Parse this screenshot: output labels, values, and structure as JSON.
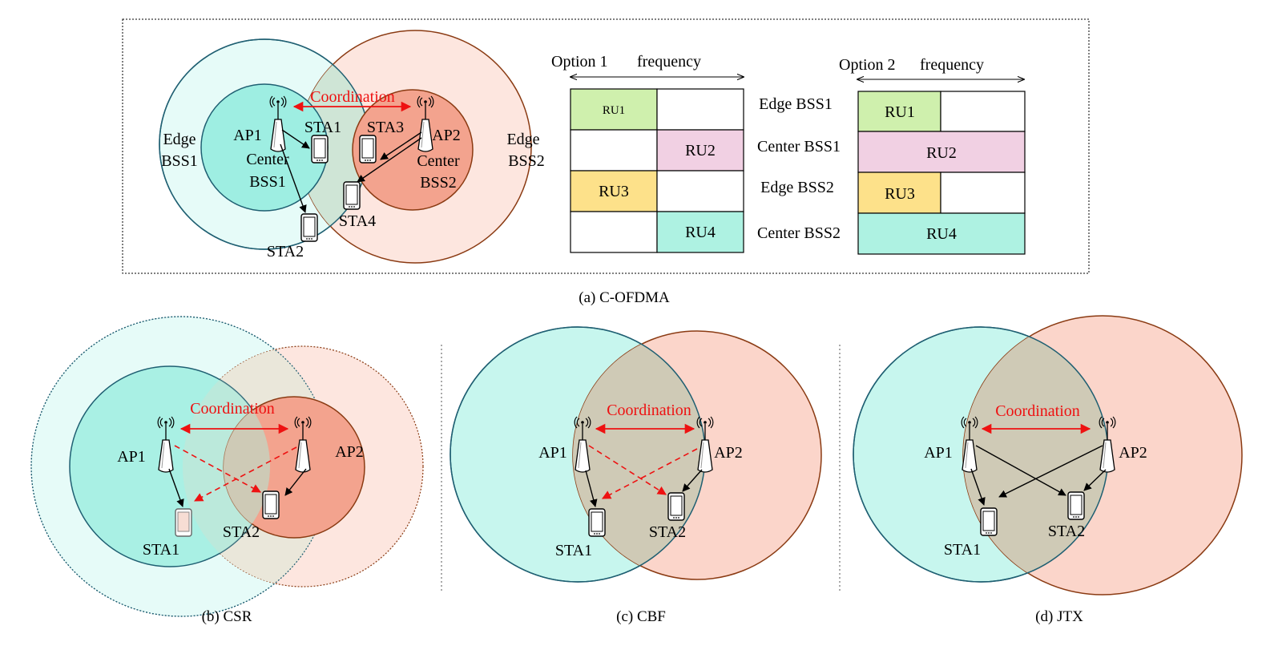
{
  "colors": {
    "teal_fill": "#bdf5ec",
    "teal_light": "#e6fbf8",
    "teal_stroke": "#1f5f72",
    "salmon_fill": "#f9c3b3",
    "salmon_light": "#fde6df",
    "salmon_stroke": "#8a3a12",
    "center_teal": "#9eeee2",
    "center_salmon": "#f3a38e",
    "overlap": "#cfcab6",
    "coordination_red": "#ee1111",
    "ru_green": "#cff0ad",
    "ru_pink": "#f1d0e3",
    "ru_yellow": "#fde18a",
    "ru_teal": "#aef2e2"
  },
  "panel_a": {
    "caption": "(a) C-OFDMA",
    "coordination": "Coordination",
    "ap1": "AP1",
    "ap2": "AP2",
    "sta1": "STA1",
    "sta2": "STA2",
    "sta3": "STA3",
    "sta4": "STA4",
    "edge_bss1": [
      "Edge",
      "BSS1"
    ],
    "edge_bss2": [
      "Edge",
      "BSS2"
    ],
    "center_bss1": [
      "Center",
      "BSS1"
    ],
    "center_bss2": [
      "Center",
      "BSS2"
    ],
    "option1": {
      "title": "Option 1",
      "axis": "frequency"
    },
    "option2": {
      "title": "Option 2",
      "axis": "frequency"
    },
    "row_labels": [
      "Edge BSS1",
      "Center BSS1",
      "Edge BSS2",
      "Center BSS2"
    ],
    "option1_cells": [
      "RU1",
      "RU2",
      "RU3",
      "RU4"
    ],
    "option2_cells": [
      "RU1",
      "RU2",
      "RU3",
      "RU4"
    ]
  },
  "panel_b": {
    "caption": "(b)  CSR",
    "coordination": "Coordination",
    "ap1": "AP1",
    "ap2": "AP2",
    "sta1": "STA1",
    "sta2": "STA2"
  },
  "panel_c": {
    "caption": "(c) CBF",
    "coordination": "Coordination",
    "ap1": "AP1",
    "ap2": "AP2",
    "sta1": "STA1",
    "sta2": "STA2"
  },
  "panel_d": {
    "caption": "(d) JTX",
    "coordination": "Coordination",
    "ap1": "AP1",
    "ap2": "AP2",
    "sta1": "STA1",
    "sta2": "STA2"
  }
}
